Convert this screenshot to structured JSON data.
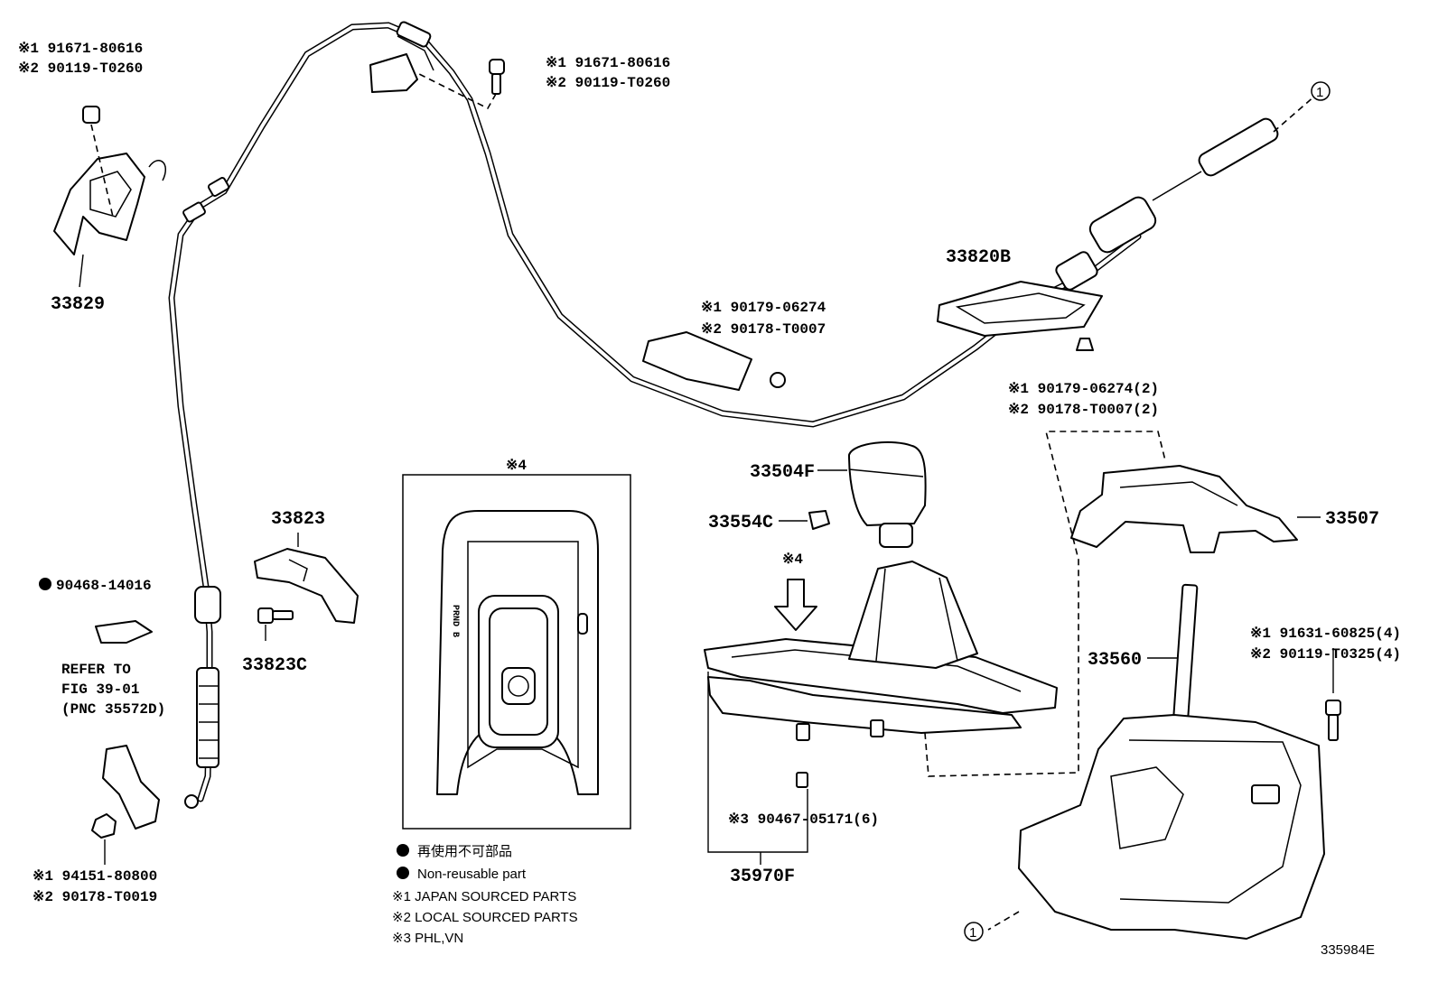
{
  "parts": {
    "p33829": "33829",
    "p33820B": "33820B",
    "p33823": "33823",
    "p33823C": "33823C",
    "p33504F": "33504F",
    "p33554C": "33554C",
    "p33507": "33507",
    "p33560": "33560",
    "p35970F": "35970F"
  },
  "notes": {
    "tl_1": "※1 91671-80616",
    "tl_2": "※2 90119-T0260",
    "tc_1": "※1 91671-80616",
    "tc_2": "※2 90119-T0260",
    "mid_1": "※1 90179-06274",
    "mid_2": "※2 90178-T0007",
    "right_1": "※1 90179-06274(2)",
    "right_2": "※2 90178-T0007(2)",
    "bolt_1": "※1 91631-60825(4)",
    "bolt_2": "※2 90119-T0325(4)",
    "clip": "90468-14016",
    "refer_1": "REFER TO",
    "refer_2": "FIG 39-01",
    "refer_3": "(PNC 35572D)",
    "nut_1": "※1 94151-80800",
    "nut_2": "※2 90178-T0019",
    "clip_6": "※3 90467-05171(6)",
    "inset_tag": "※4",
    "arrow_tag": "※4",
    "gear_indicator": "PRND B"
  },
  "legend": {
    "jp": "再使用不可部品",
    "en": "Non-reusable part",
    "n1": "※1 JAPAN SOURCED PARTS",
    "n2": "※2 LOCAL SOURCED PARTS",
    "n3": "※3 PHL,VN"
  },
  "markers": {
    "circle_ref": "1"
  },
  "diagram_id": "335984E"
}
